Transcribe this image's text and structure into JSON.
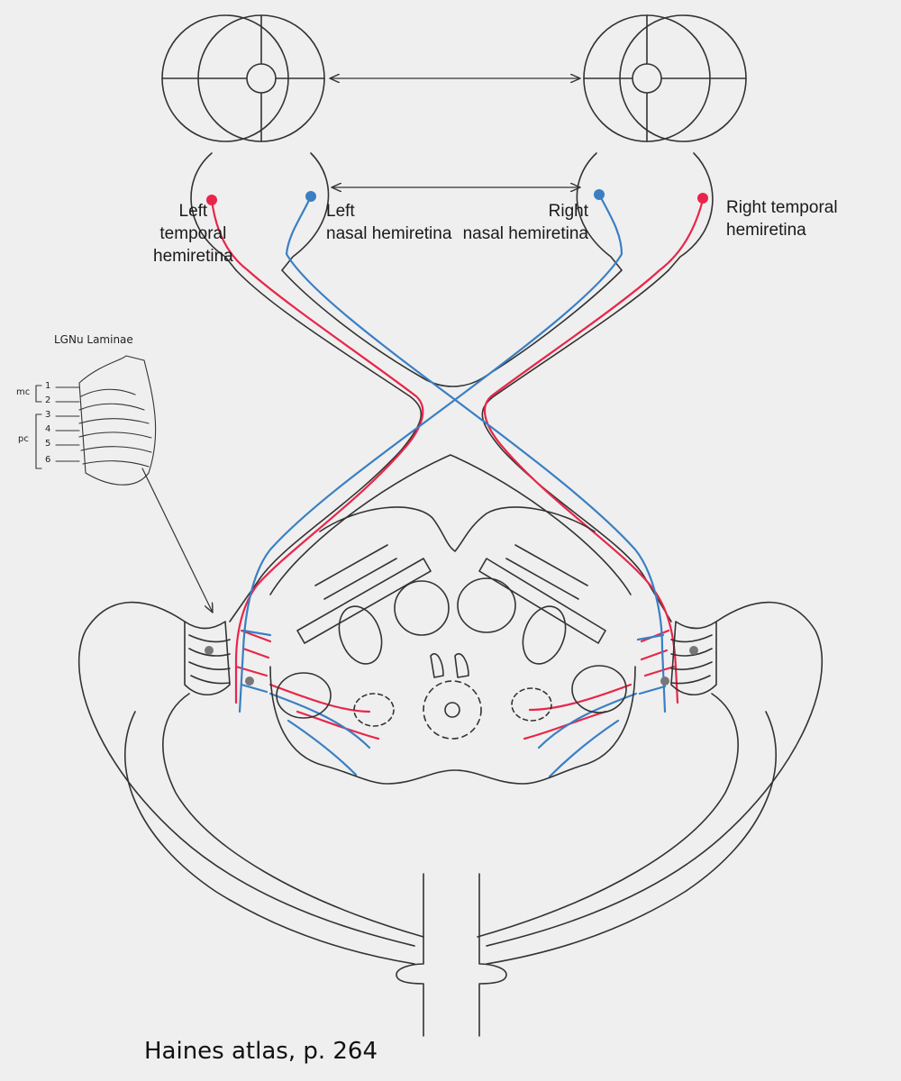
{
  "labels": {
    "left_temporal": [
      "Left",
      "temporal",
      "hemiretina"
    ],
    "left_nasal": [
      "Left",
      "nasal hemiretina"
    ],
    "right_nasal": [
      "Right",
      "nasal hemiretina"
    ],
    "right_temporal": [
      "Right temporal",
      "hemiretina"
    ]
  },
  "inset": {
    "title": "LGNu Laminae",
    "magnocellular": "mc",
    "parvocellular": "pc",
    "laminae": [
      "1",
      "2",
      "3",
      "4",
      "5",
      "6"
    ]
  },
  "caption": "Haines atlas, p. 264",
  "colors": {
    "temporal_pathway": "#e8264a",
    "nasal_pathway": "#3a7fc4",
    "outline": "#333333",
    "background": "#efefef"
  }
}
